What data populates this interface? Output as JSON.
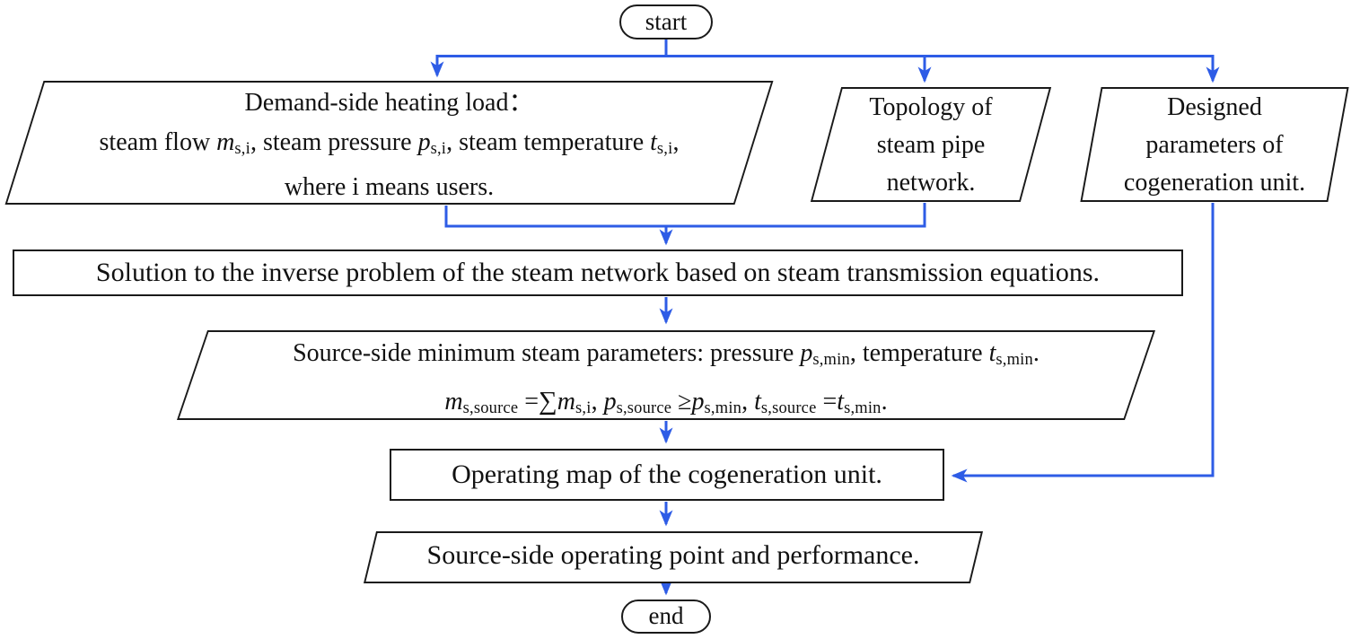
{
  "colors": {
    "arrow": "#2e5ce6",
    "ink": "#1a1a1a",
    "bg": "#ffffff"
  },
  "nodes": {
    "start": {
      "label": "start"
    },
    "end": {
      "label": "end"
    },
    "demand": {
      "line1": "Demand-side heating load：",
      "line2": [
        "steam flow ",
        "m",
        "s,i",
        ", steam pressure ",
        "p",
        "s,i",
        ", steam temperature ",
        "t",
        "s,i",
        ","
      ],
      "line3": "where i means users."
    },
    "topology": {
      "line1": "Topology of",
      "line2": "steam pipe",
      "line3": "network."
    },
    "designed": {
      "line1": "Designed",
      "line2": "parameters of",
      "line3": "cogeneration unit."
    },
    "solution": {
      "label": "Solution to the inverse problem of the steam network based on steam transmission equations."
    },
    "source_min": {
      "line1": [
        "Source-side minimum steam parameters: pressure ",
        "p",
        "s,min",
        ", temperature ",
        "t",
        "s,min",
        "."
      ],
      "line2": [
        "m",
        "s,source",
        " =",
        "∑",
        "m",
        "s,i",
        ", ",
        "p",
        "s,source",
        " ≥",
        "p",
        "s,min",
        ", ",
        "t",
        "s,source",
        " =",
        "t",
        "s,min",
        "."
      ]
    },
    "operating_map": {
      "label": "Operating map of the cogeneration unit."
    },
    "operating_point": {
      "label": "Source-side operating point and performance."
    }
  }
}
